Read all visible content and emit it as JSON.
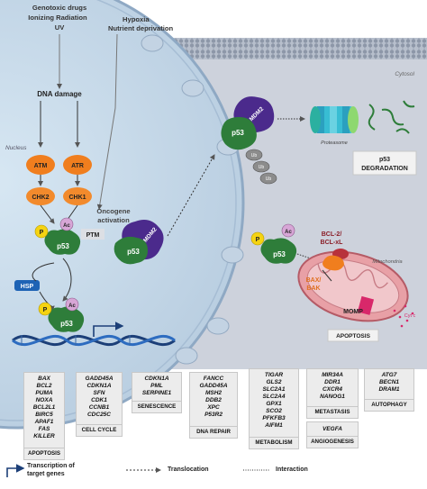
{
  "stimuli": {
    "genotoxic": [
      "Genotoxic drugs",
      "Ionizing Radiation",
      "UV"
    ],
    "hypoxia": [
      "Hypoxia",
      "Nutrient deprivation"
    ]
  },
  "compartments": {
    "cytosol": "Cytosol",
    "nucleus": "Nucleus",
    "mitochondria": "Mitochondria"
  },
  "labels": {
    "dna_damage": "DNA damage",
    "atm": "ATM",
    "atr": "ATR",
    "chk2": "CHK2",
    "chk1": "CHK1",
    "oncogene": [
      "Oncogene",
      "activation"
    ],
    "p": "P",
    "ac": "Ac",
    "p53": "p53",
    "ptm": "PTM",
    "hsp": "HSP",
    "mdm2": "MDM2",
    "ub": "Ub",
    "proteasome": "Proteasome",
    "p53_degradation": [
      "p53",
      "DEGRADATION"
    ],
    "bcl": [
      "BCL-2/",
      "BCL-xL"
    ],
    "bax": [
      "BAX/",
      "BAK"
    ],
    "momp": "MOMP",
    "cytc": "Cyt c",
    "apoptosis_mito": "APOPTOSIS"
  },
  "gene_boxes": [
    {
      "genes": [
        "BAX",
        "BCL2",
        "PUMA",
        "NOXA",
        "BCL2L1",
        "BIRC5",
        "APAF1",
        "FAS",
        "KILLER"
      ],
      "caption": "APOPTOSIS"
    },
    {
      "genes": [
        "GADD45A",
        "CDKN1A",
        "SFN",
        "CDK1",
        "CCNB1",
        "CDC25C"
      ],
      "caption": "CELL CYCLE"
    },
    {
      "genes": [
        "CDKN1A",
        "PML",
        "SERPINE1"
      ],
      "caption": "SENESCENCE"
    },
    {
      "genes": [
        "FANCC",
        "GADD45A",
        "MSH2",
        "DDB2",
        "XPC",
        "P53R2"
      ],
      "caption": "DNA REPAIR"
    },
    {
      "genes": [
        "TIGAR",
        "GLS2",
        "SLC2A1",
        "SLC2A4",
        "GPX1",
        "SCO2",
        "PFKFB3",
        "AIFM1"
      ],
      "caption": "METABOLISM"
    },
    {
      "genes": [
        "MIR34A",
        "DDR1",
        "CXCR4",
        "NANOG1"
      ],
      "caption": "METASTASIS"
    },
    {
      "genes": [
        "VEGFA"
      ],
      "caption": "ANGIOGENESIS"
    },
    {
      "genes": [
        "ATG7",
        "BECN1",
        "DRAM1"
      ],
      "caption": "AUTOPHAGY"
    }
  ],
  "legend": {
    "transcription": [
      "Transcription of",
      "target genes"
    ],
    "translocation": "Translocation",
    "interaction": "Interaction"
  },
  "colors": {
    "p53": "#2e7d3a",
    "mdm2": "#4b2a8c",
    "kinase": "#f07e1e",
    "phospho": "#f5d312",
    "acetyl": "#d7a6d6",
    "hsp": "#1e63b5",
    "membrane": "#9aa4b4",
    "cytosol_bg": "#cdd2dc",
    "mito": "#e8a0a6"
  }
}
